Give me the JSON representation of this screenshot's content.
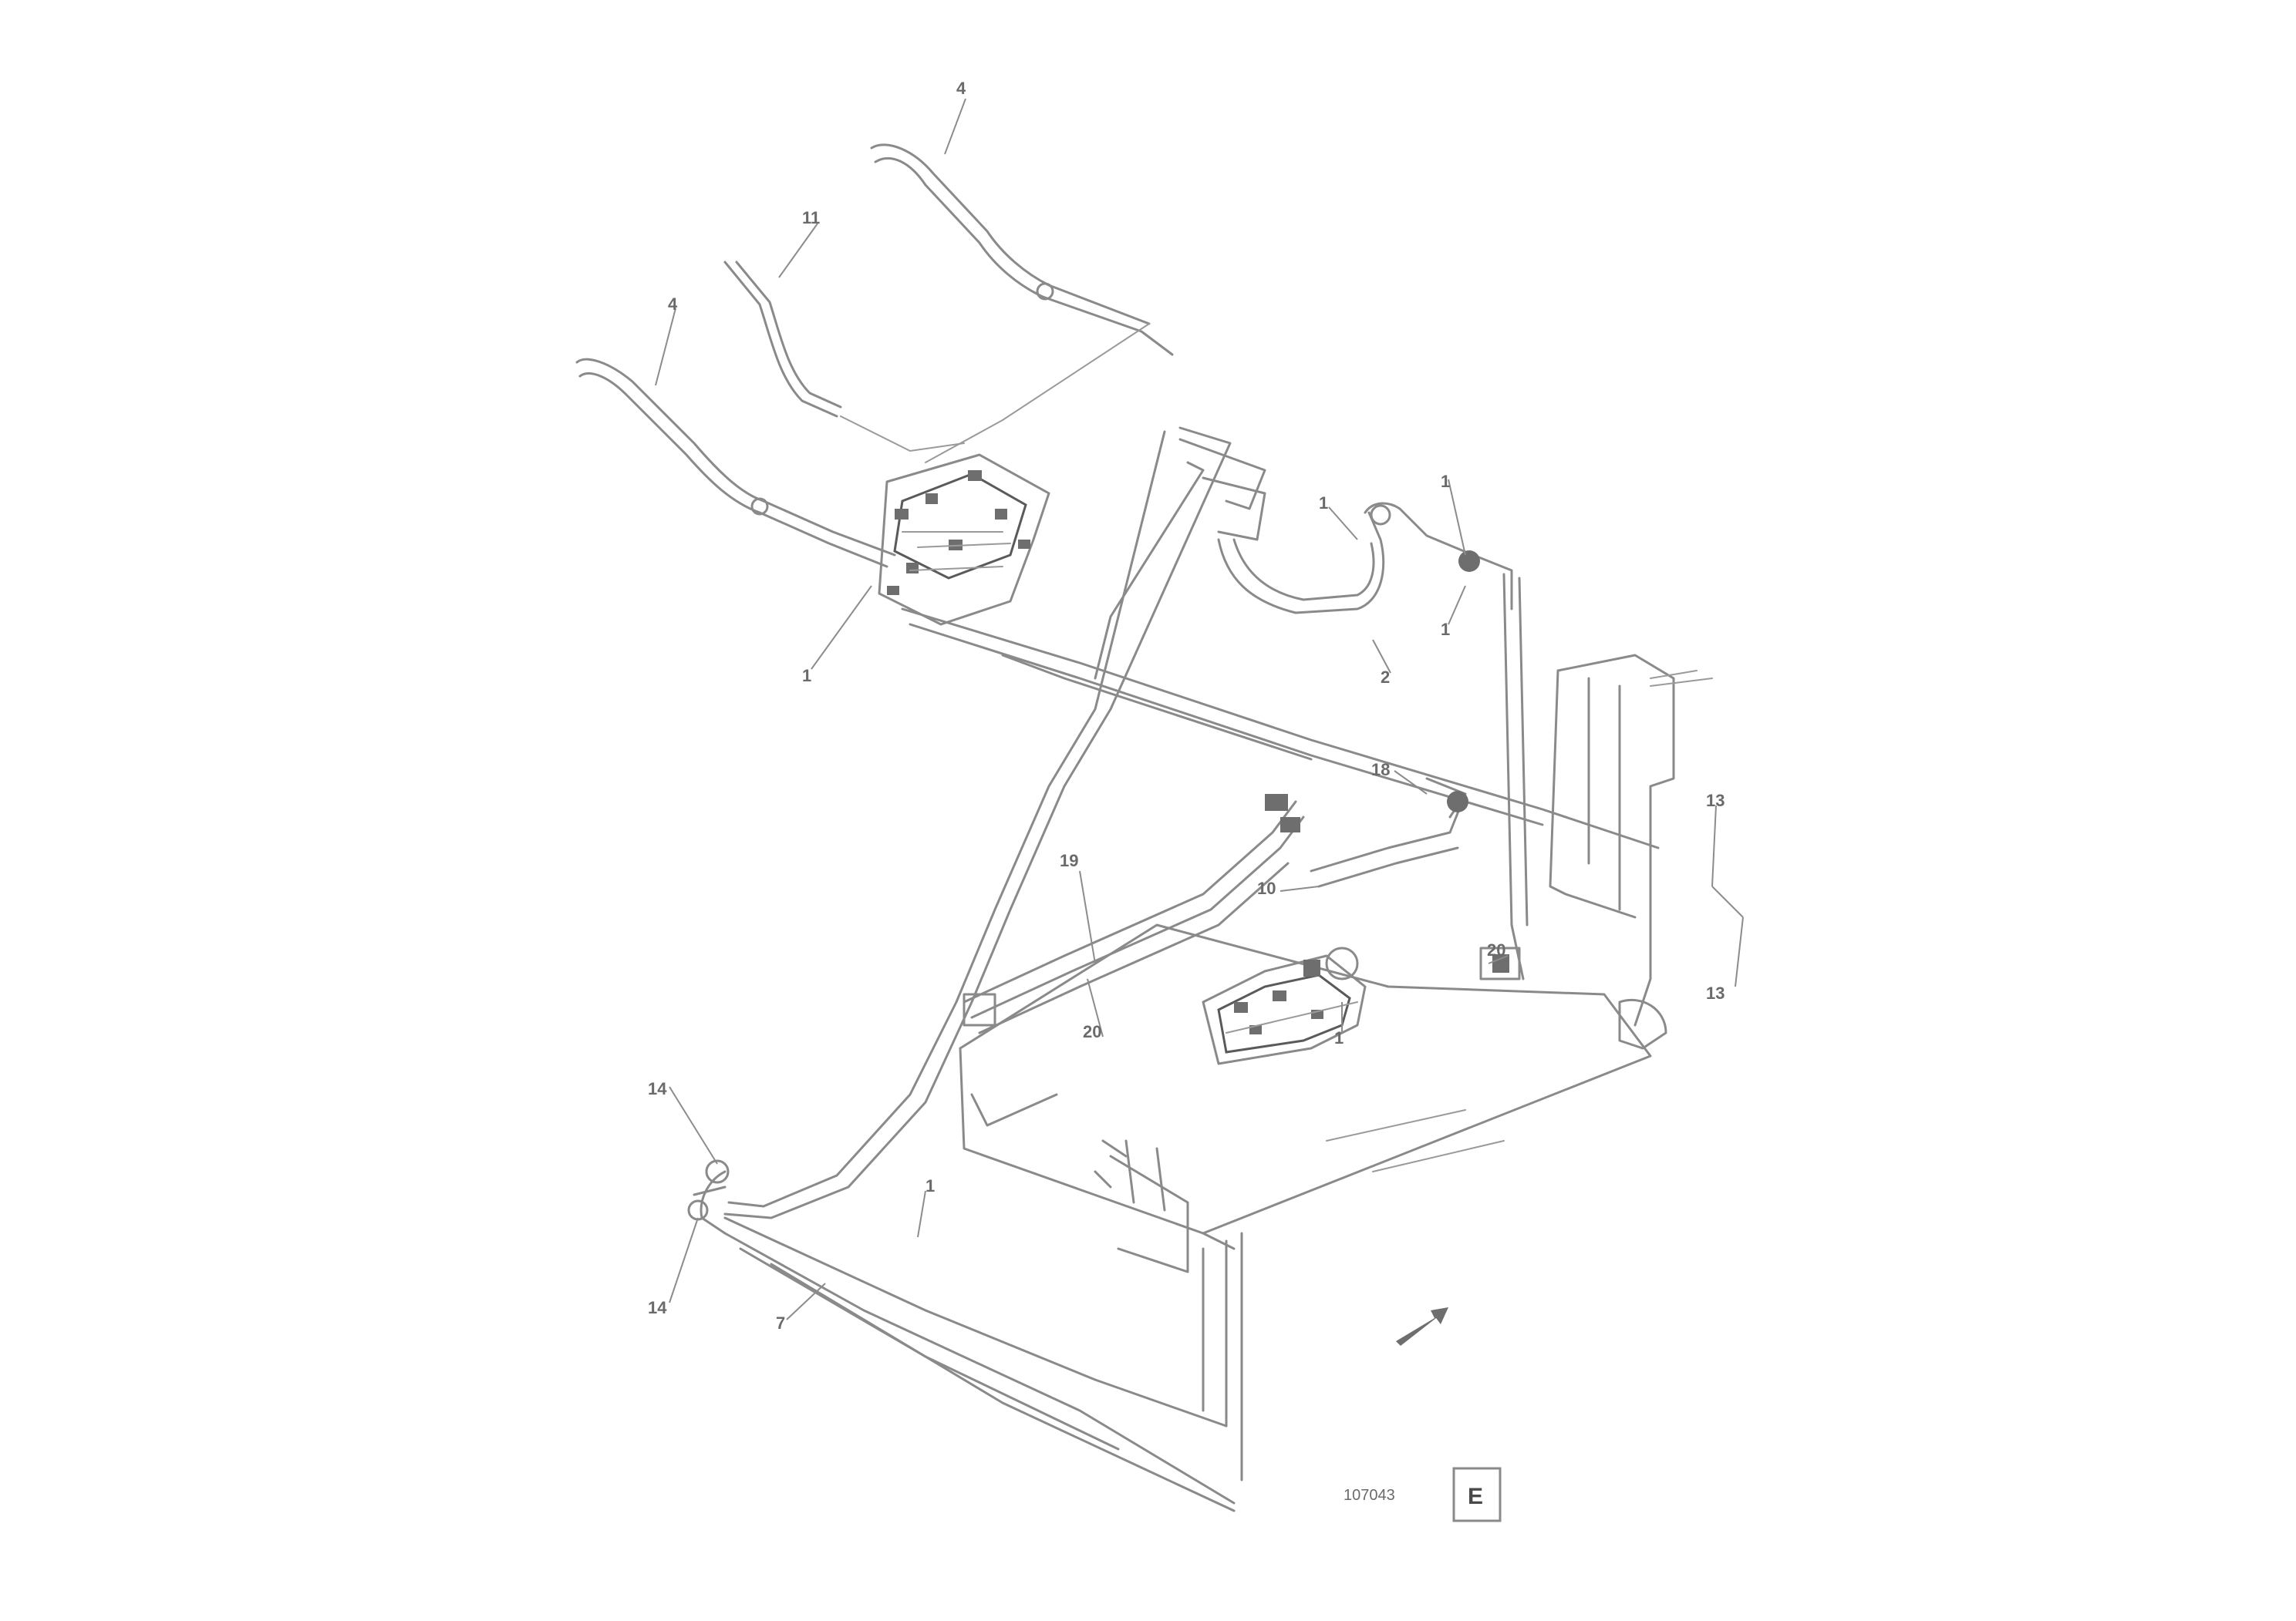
{
  "diagram": {
    "callouts": {
      "c_top_right_hose": "4",
      "c_mid_hose": "11",
      "c_left_hose": "4",
      "c_valve_left": "1",
      "c_fitting_a": "1",
      "c_fitting_b": "1",
      "c_fitting_c": "1",
      "c_center_hose": "2",
      "c_center_18": "18",
      "c_center_10": "10",
      "c_right_13a": "13",
      "c_right_13b": "13",
      "c_filter": "20",
      "c_center_19": "19",
      "c_center_20": "20",
      "c_pump": "1",
      "c_bottom_14a": "14",
      "c_bottom_14b": "14",
      "c_bottom_1": "1",
      "c_bottom_7": "7"
    },
    "detail": {
      "label": "107043",
      "letter": "E"
    }
  }
}
